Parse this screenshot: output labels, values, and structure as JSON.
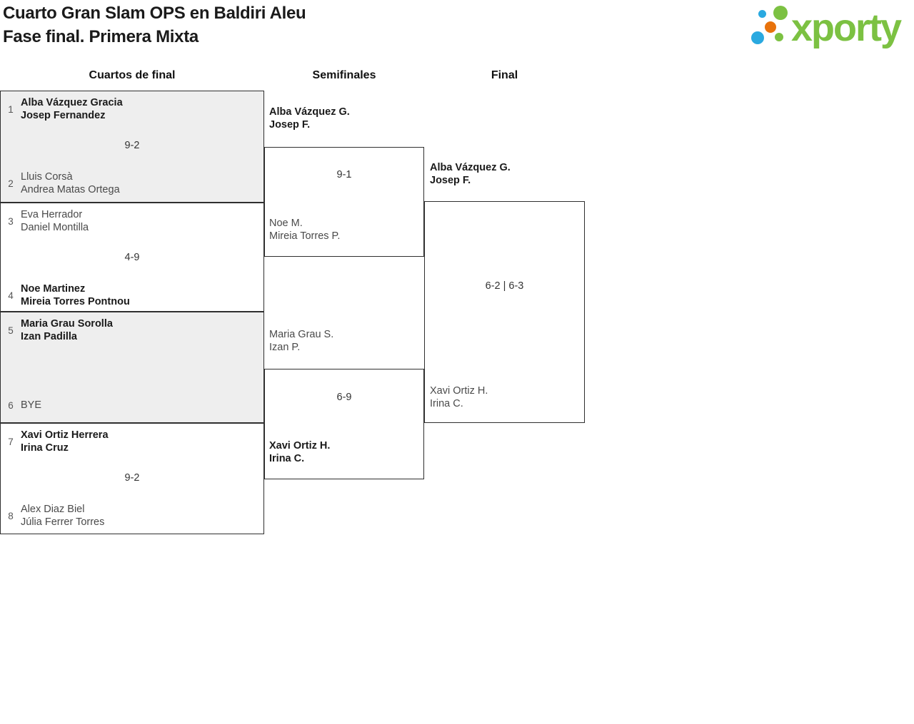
{
  "page": {
    "title_line1": "Cuarto Gran Slam OPS en Baldiri Aleu",
    "title_line2": "Fase final. Primera Mixta"
  },
  "logo": {
    "text": "xporty"
  },
  "round_headers": {
    "quarterfinals": "Cuartos de final",
    "semifinals": "Semifinales",
    "final": "Final"
  },
  "colors": {
    "logo_green": "#7cc142",
    "logo_blue": "#2aa9e0",
    "logo_orange": "#e8720c",
    "line": "#2f2f2f",
    "alt_bg": "#eeeeee",
    "winner_text": "#1a1a1a",
    "loser_text": "#4a4a4a"
  },
  "bracket": {
    "quarterfinals": [
      {
        "seed_top": "1",
        "top_line1": "Alba Vázquez Gracia",
        "top_line2": "Josep Fernandez",
        "top_winner": true,
        "score": "9-2",
        "seed_bottom": "2",
        "bottom_line1": "Lluis Corsà",
        "bottom_line2": "Andrea Matas Ortega",
        "bottom_winner": false
      },
      {
        "seed_top": "3",
        "top_line1": "Eva Herrador",
        "top_line2": "Daniel Montilla",
        "top_winner": false,
        "score": "4-9",
        "seed_bottom": "4",
        "bottom_line1": "Noe Martinez",
        "bottom_line2": "Mireia Torres Pontnou",
        "bottom_winner": true
      },
      {
        "seed_top": "5",
        "top_line1": "Maria Grau Sorolla",
        "top_line2": "Izan Padilla",
        "top_winner": true,
        "score": "",
        "seed_bottom": "6",
        "bottom_line1": "BYE",
        "bottom_line2": "",
        "bottom_winner": false
      },
      {
        "seed_top": "7",
        "top_line1": "Xavi Ortiz Herrera",
        "top_line2": "Irina Cruz",
        "top_winner": true,
        "score": "9-2",
        "seed_bottom": "8",
        "bottom_line1": "Alex Diaz Biel",
        "bottom_line2": "Júlia Ferrer Torres",
        "bottom_winner": false
      }
    ],
    "semifinals": [
      {
        "top_line1": "Alba Vázquez G.",
        "top_line2": "Josep F.",
        "top_winner": true,
        "score": "9-1",
        "bottom_line1": "Noe M.",
        "bottom_line2": "Mireia Torres P.",
        "bottom_winner": false
      },
      {
        "top_line1": "Maria Grau S.",
        "top_line2": "Izan P.",
        "top_winner": false,
        "score": "6-9",
        "bottom_line1": "Xavi Ortiz H.",
        "bottom_line2": "Irina C.",
        "bottom_winner": true
      }
    ],
    "final": {
      "top_line1": "Alba Vázquez G.",
      "top_line2": "Josep F.",
      "top_winner": true,
      "score": "6-2 | 6-3",
      "bottom_line1": "Xavi Ortiz H.",
      "bottom_line2": "Irina C.",
      "bottom_winner": false
    }
  }
}
